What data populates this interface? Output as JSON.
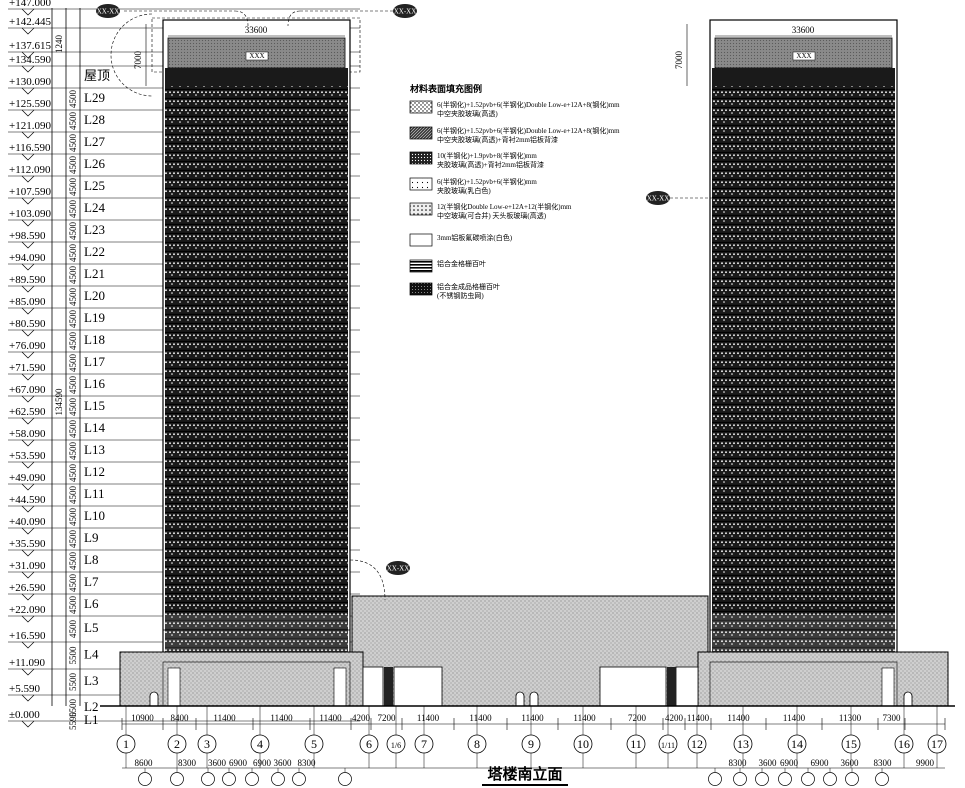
{
  "drawing_title": "塔楼南立面",
  "elevations": [
    "+147.000",
    "+142.445",
    "+137.615",
    "+134.590",
    "+130.090",
    "+125.590",
    "+121.090",
    "+116.590",
    "+112.090",
    "+107.590",
    "+103.090",
    "+98.590",
    "+94.090",
    "+89.590",
    "+85.090",
    "+80.590",
    "+76.090",
    "+71.590",
    "+67.090",
    "+62.590",
    "+58.090",
    "+53.590",
    "+49.090",
    "+44.590",
    "+40.090",
    "+35.590",
    "+31.090",
    "+26.590",
    "+22.090",
    "+16.590",
    "+11.090",
    "+5.590",
    "±0.000"
  ],
  "floors": [
    "屋顶",
    "L29",
    "L28",
    "L27",
    "L26",
    "L25",
    "L24",
    "L23",
    "L22",
    "L21",
    "L20",
    "L19",
    "L18",
    "L17",
    "L16",
    "L15",
    "L14",
    "L13",
    "L12",
    "L11",
    "L10",
    "L9",
    "L8",
    "L7",
    "L6",
    "L5",
    "L4",
    "L3",
    "L2",
    "L1"
  ],
  "floor_heights": [
    "4500",
    "4500",
    "4500",
    "4500",
    "4500",
    "4500",
    "4500",
    "4500",
    "4500",
    "4500",
    "4500",
    "4500",
    "4500",
    "4500",
    "4500",
    "4500",
    "4500",
    "4500",
    "4500",
    "4500",
    "4500",
    "4500",
    "4500",
    "4500",
    "4500",
    "5500",
    "5500",
    "5500",
    "5590"
  ],
  "left_vertical_dims": {
    "top": "1240",
    "roof": "7000",
    "total": "134590"
  },
  "right_vertical_dims": {
    "roof": "7000"
  },
  "tower_width_left": "33600",
  "tower_width_right": "33600",
  "bottom_dims_row1": [
    "10900",
    "8400",
    "11400",
    "11400",
    "11400",
    "4200",
    "7200",
    "11400",
    "11400",
    "11400",
    "11400",
    "7200",
    "4200",
    "11400",
    "11400",
    "11400",
    "11300",
    "7300"
  ],
  "bottom_dims_row2": [
    "8600",
    "8300",
    "3600",
    "6900",
    "6900",
    "3600",
    "8300",
    "8300",
    "3600",
    "6900",
    "6900",
    "3600",
    "8300",
    "9900"
  ],
  "axes": [
    "1",
    "2",
    "3",
    "4",
    "5",
    "6",
    "1/6",
    "7",
    "8",
    "9",
    "10",
    "11",
    "1/11",
    "12",
    "13",
    "14",
    "15",
    "16",
    "17"
  ],
  "callouts": [
    "XX-XX",
    "XX-XX",
    "XX-XX",
    "XX-XX"
  ],
  "legend": {
    "title": "材料表面填充图例",
    "items": [
      {
        "text": "6(半钢化)+1.52pvb+6(半钢化)Double Low-e+12A+8(钢化)mm",
        "text2": "中空夹胶玻璃(高透)",
        "pattern": "dots-light"
      },
      {
        "text": "6(半钢化)+1.52pvb+6(半钢化)Double Low-e+12A+8(钢化)mm",
        "text2": "中空夹胶玻璃(高透)+背衬2mm铝板背漆",
        "pattern": "hatch-dense"
      },
      {
        "text": "10(半钢化)+1.9pvb+8(半钢化)mm",
        "text2": "夹胶玻璃(高透)+背衬2mm铝板背漆",
        "pattern": "dots-dense"
      },
      {
        "text": "6(半钢化)+1.52pvb+6(半钢化)mm",
        "text2": "夹胶玻璃(乳白色)",
        "pattern": "dots-sparse"
      },
      {
        "text": "12(半钢化Double Low-e+12A+12(半钢化)mm",
        "text2": "中空玻璃(可合并) 天头板玻璃(高透)",
        "pattern": "dots-mid"
      },
      {
        "text": "3mm铝板氟碳喷涂(白色)",
        "text2": "",
        "pattern": "solid-gray"
      },
      {
        "text": "铝合金格栅百叶",
        "text2": "",
        "pattern": "stripes"
      },
      {
        "text": "铝合金成品格栅百叶",
        "text2": "(不锈钢防虫网)",
        "pattern": "dark-grid"
      }
    ]
  },
  "roof_plaque": "XXX"
}
